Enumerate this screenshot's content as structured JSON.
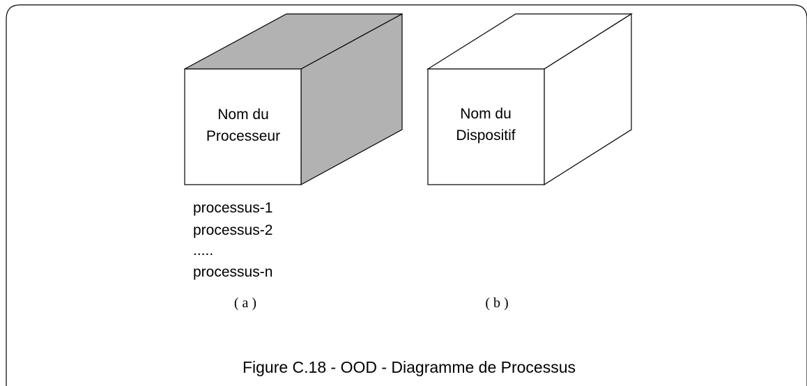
{
  "diagram": {
    "box_a": {
      "label_line1": "Nom du",
      "label_line2": "Processeur",
      "processes": [
        "processus-1",
        "processus-2",
        ".....",
        "processus-n"
      ],
      "caption": "( a )"
    },
    "box_b": {
      "label_line1": "Nom du",
      "label_line2": "Dispositif",
      "caption": "( b )"
    },
    "figure_caption": "Figure C.18 - OOD - Diagramme de Processus"
  },
  "colors": {
    "stroke": "#000000",
    "shaded_face": "#b2b2b2",
    "face": "#ffffff"
  }
}
